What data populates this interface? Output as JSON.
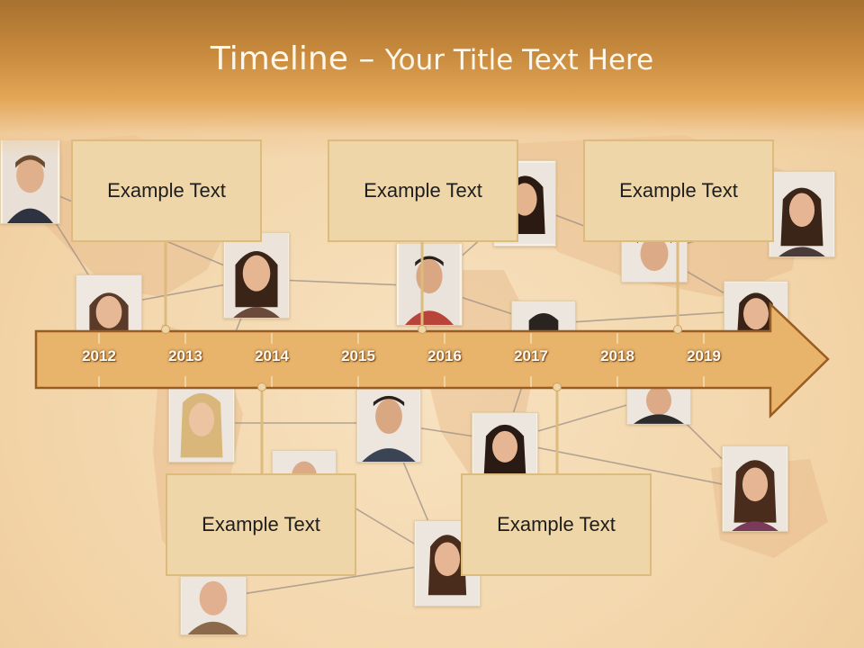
{
  "title": {
    "main": "Timeline",
    "separator": "–",
    "sub": "Your Title Text Here"
  },
  "years": [
    "2012",
    "2013",
    "2014",
    "2015",
    "2016",
    "2017",
    "2018",
    "2019"
  ],
  "boxes": {
    "top": [
      "Example Text",
      "Example Text",
      "Example Text"
    ],
    "bottom": [
      "Example Text",
      "Example Text"
    ]
  },
  "colors": {
    "header": "#c98b3e",
    "arrow_fill": "#e8b46c",
    "arrow_border": "#9b5d1f",
    "box_fill": "#efd6a8",
    "box_border": "#dcbb7d",
    "connector": "#dcbb7d"
  }
}
